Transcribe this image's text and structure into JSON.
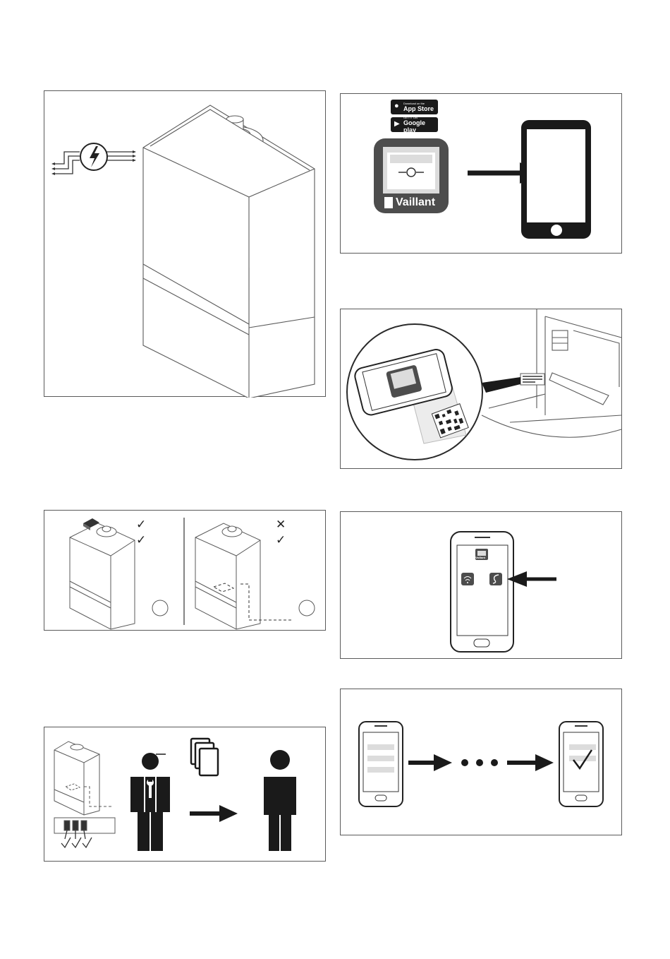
{
  "panels": [
    {
      "id": "power-supply",
      "icons": [
        "lightning-icon",
        "boiler-illustration"
      ]
    },
    {
      "id": "app-download",
      "icons": [
        "app-store-badge",
        "google-play-badge",
        "vaillant-app-icon",
        "arrow-right-icon",
        "smartphone-icon"
      ]
    },
    {
      "id": "qr-scan",
      "icons": [
        "smartphone-icon",
        "qr-code-icon",
        "boiler-control-panel"
      ]
    },
    {
      "id": "module-placement",
      "icons": [
        "check-icon",
        "cross-icon",
        "boiler-illustration"
      ]
    },
    {
      "id": "app-connect",
      "icons": [
        "smartphone-icon",
        "wifi-icon",
        "cable-icon",
        "arrow-left-icon"
      ]
    },
    {
      "id": "handover",
      "icons": [
        "boiler-illustration",
        "installer-icon",
        "documents-icon",
        "arrow-right-icon",
        "user-icon"
      ]
    },
    {
      "id": "setup-complete",
      "icons": [
        "smartphone-icon",
        "arrow-right-icon",
        "dots-icon",
        "check-icon"
      ]
    }
  ],
  "badges": {
    "app_store_small": "Download on the",
    "app_store_big": "App Store",
    "google_play_small": "GET IT ON",
    "google_play_big": "Google play"
  },
  "brand": {
    "name": "Vaillant",
    "small_name": "Vaillant"
  },
  "marks": {
    "check": "✓",
    "cross": "✕"
  },
  "colors": {
    "line": "#5a5a5a",
    "ink": "#1a1a1a",
    "light_gray": "#dcdcdc"
  }
}
